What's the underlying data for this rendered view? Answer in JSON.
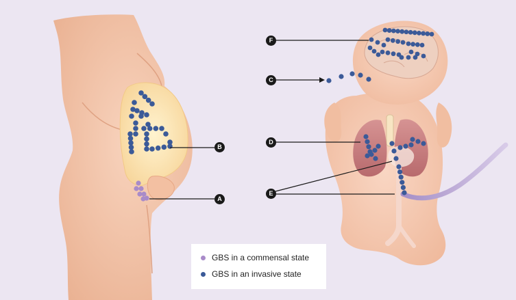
{
  "labels": {
    "A": "A",
    "B": "B",
    "C": "C",
    "D": "D",
    "E": "E",
    "F": "F"
  },
  "legend": [
    {
      "text": "GBS in a commensal state",
      "color": "#a98bc9"
    },
    {
      "text": "GBS in an invasive state",
      "color": "#3b5a98"
    }
  ],
  "colors": {
    "background": "#ece6f2",
    "skin": "#f4c3a6",
    "skin_shadow": "#e3a989",
    "womb": "#fbe1ad",
    "lung": "#c97c7c",
    "commensal": "#a98bc9",
    "invasive": "#3b5a98",
    "umbilical_cord": "#c6b2dc"
  }
}
